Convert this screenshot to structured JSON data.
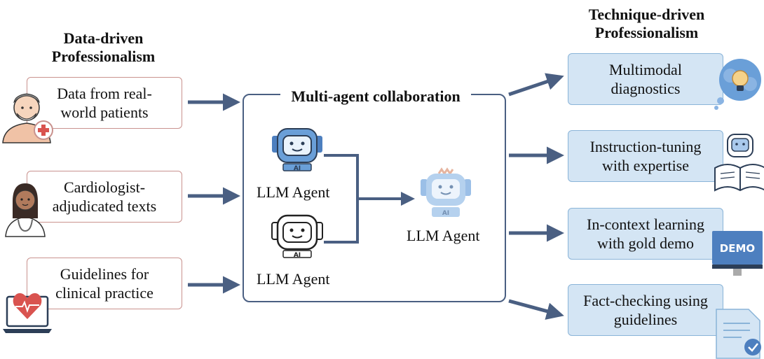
{
  "left_column": {
    "heading_line1": "Data-driven",
    "heading_line2": "Professionalism",
    "sources": [
      {
        "line1": "Data from real-",
        "line2": "world patients",
        "icon": "patient-icon"
      },
      {
        "line1": "Cardiologist-",
        "line2": "adjudicated texts",
        "icon": "doctor-icon"
      },
      {
        "line1": "Guidelines for",
        "line2": "clinical practice",
        "icon": "heart-laptop-icon"
      }
    ]
  },
  "center": {
    "title": "Multi-agent collaboration",
    "agents": [
      {
        "label": "LLM Agent",
        "style": "blue",
        "badge": "AI"
      },
      {
        "label": "LLM Agent",
        "style": "outline",
        "badge": "AI"
      },
      {
        "label": "LLM Agent",
        "style": "light-blue",
        "badge": "AI"
      }
    ]
  },
  "right_column": {
    "heading_line1": "Technique-driven",
    "heading_line2": "Professionalism",
    "techniques": [
      {
        "line1": "Multimodal",
        "line2": "diagnostics",
        "icon": "lightbulb-head-icon"
      },
      {
        "line1": "Instruction-tuning",
        "line2": "with expertise",
        "icon": "robot-reading-book-icon"
      },
      {
        "line1": "In-context learning",
        "line2": "with gold demo",
        "icon": "demo-screen-icon",
        "icon_text": "DEMO"
      },
      {
        "line1": "Fact-checking using",
        "line2": "guidelines",
        "icon": "document-check-icon"
      }
    ]
  },
  "colors": {
    "arrow": "#4a5f82",
    "source_border": "#c9928e",
    "tech_fill": "#d4e5f4",
    "agent_blue": "#6a9fd8",
    "agent_light": "#a9c9ec"
  }
}
